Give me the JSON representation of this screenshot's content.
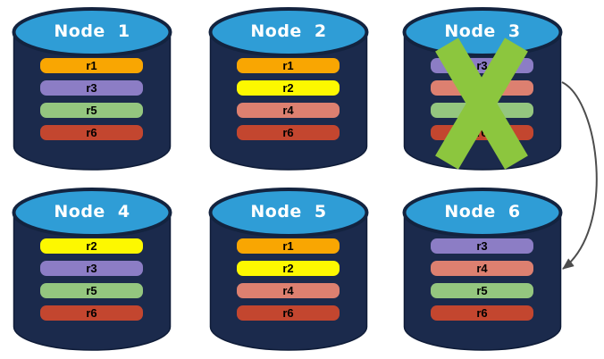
{
  "colors": {
    "background": "#ffffff",
    "cylinder_body": "#1b2a4c",
    "cylinder_top": "#2f9dd6",
    "node_title": "#ffffff",
    "failure_x": "#8cc63e",
    "arrow": "#4d4d4d"
  },
  "nodes": [
    {
      "label": "Node 1",
      "failed": false,
      "replicas": [
        {
          "label": "r1",
          "color": "#f9a602"
        },
        {
          "label": "r3",
          "color": "#8c7dc5"
        },
        {
          "label": "r5",
          "color": "#94c67f"
        },
        {
          "label": "r6",
          "color": "#c3462f"
        }
      ]
    },
    {
      "label": "Node 2",
      "failed": false,
      "replicas": [
        {
          "label": "r1",
          "color": "#f9a602"
        },
        {
          "label": "r2",
          "color": "#fdf800"
        },
        {
          "label": "r4",
          "color": "#dd8070"
        },
        {
          "label": "r6",
          "color": "#c3462f"
        }
      ]
    },
    {
      "label": "Node 3",
      "failed": true,
      "replicas": [
        {
          "label": "r3",
          "color": "#8c7dc5"
        },
        {
          "label": "r4",
          "color": "#dd8070"
        },
        {
          "label": "r5",
          "color": "#94c67f"
        },
        {
          "label": "r6",
          "color": "#c3462f"
        }
      ]
    },
    {
      "label": "Node 4",
      "failed": false,
      "replicas": [
        {
          "label": "r2",
          "color": "#fdf800"
        },
        {
          "label": "r3",
          "color": "#8c7dc5"
        },
        {
          "label": "r5",
          "color": "#94c67f"
        },
        {
          "label": "r6",
          "color": "#c3462f"
        }
      ]
    },
    {
      "label": "Node 5",
      "failed": false,
      "replicas": [
        {
          "label": "r1",
          "color": "#f9a602"
        },
        {
          "label": "r2",
          "color": "#fdf800"
        },
        {
          "label": "r4",
          "color": "#dd8070"
        },
        {
          "label": "r6",
          "color": "#c3462f"
        }
      ]
    },
    {
      "label": "Node 6",
      "failed": false,
      "replicas": [
        {
          "label": "r3",
          "color": "#8c7dc5"
        },
        {
          "label": "r4",
          "color": "#dd8070"
        },
        {
          "label": "r5",
          "color": "#94c67f"
        },
        {
          "label": "r6",
          "color": "#c3462f"
        }
      ]
    }
  ],
  "arrow": {
    "from": "Node 3",
    "to": "Node 6"
  }
}
